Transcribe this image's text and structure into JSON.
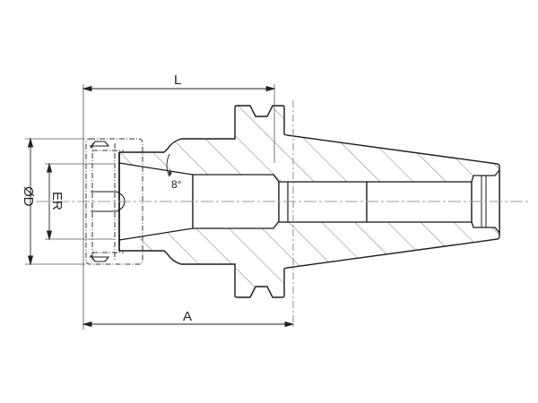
{
  "drawing": {
    "labels": {
      "length_L": "L",
      "length_A": "A",
      "diameter_D": "ØD",
      "collet_ER": "ER",
      "taper_angle": "8°"
    },
    "colors": {
      "line": "#1a1a1a",
      "centerline": "#999999",
      "hatch": "#555555"
    }
  }
}
